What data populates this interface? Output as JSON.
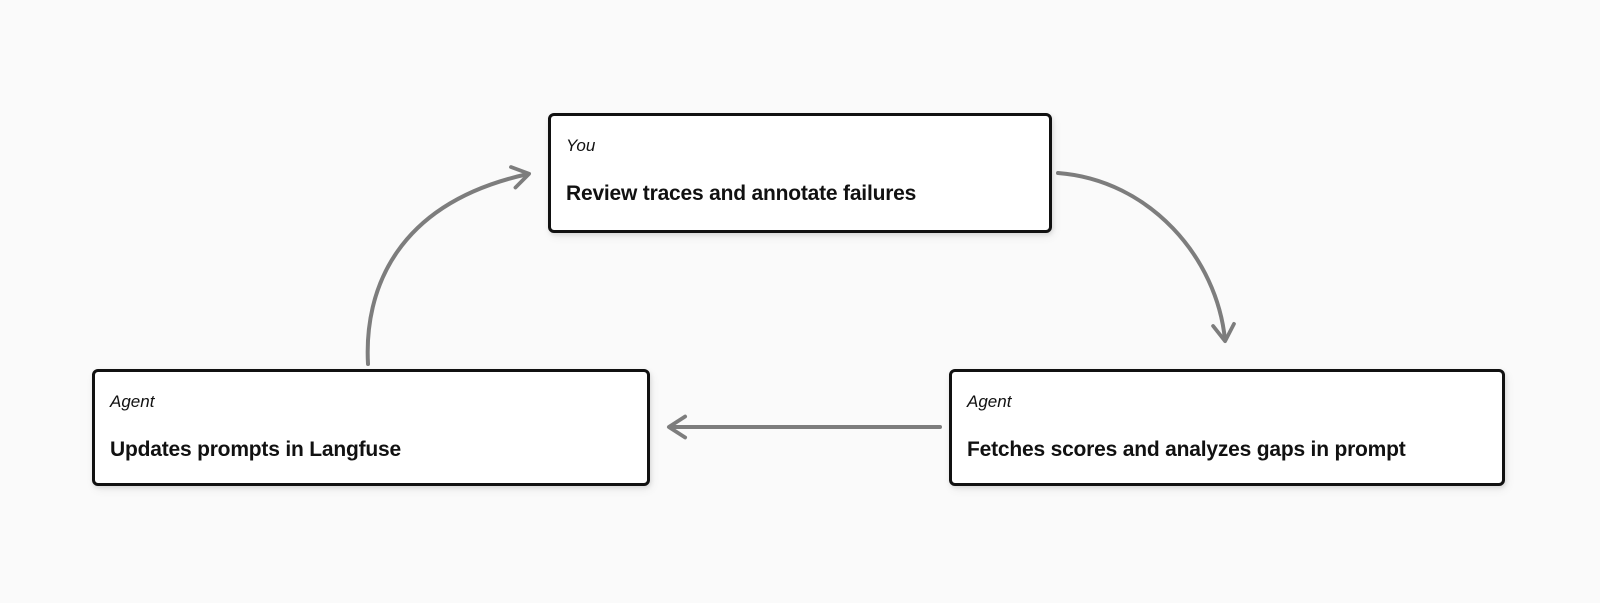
{
  "style": {
    "page_background": "#fafafa",
    "node_background": "#ffffff",
    "node_border_color": "#111111",
    "text_color": "#111111",
    "arrow_color": "#7d7d7d"
  },
  "diagram": {
    "type": "cycle-flow",
    "nodes": [
      {
        "id": "review-traces",
        "actor": "You",
        "task": "Review traces and annotate failures"
      },
      {
        "id": "fetches-scores",
        "actor": "Agent",
        "task": "Fetches scores and analyzes gaps in prompt"
      },
      {
        "id": "updates-prompts",
        "actor": "Agent",
        "task": "Updates prompts in Langfuse"
      }
    ],
    "edges": [
      {
        "from": "updates-prompts",
        "to": "review-traces",
        "style": "curved"
      },
      {
        "from": "review-traces",
        "to": "fetches-scores",
        "style": "curved"
      },
      {
        "from": "fetches-scores",
        "to": "updates-prompts",
        "style": "straight"
      }
    ]
  }
}
